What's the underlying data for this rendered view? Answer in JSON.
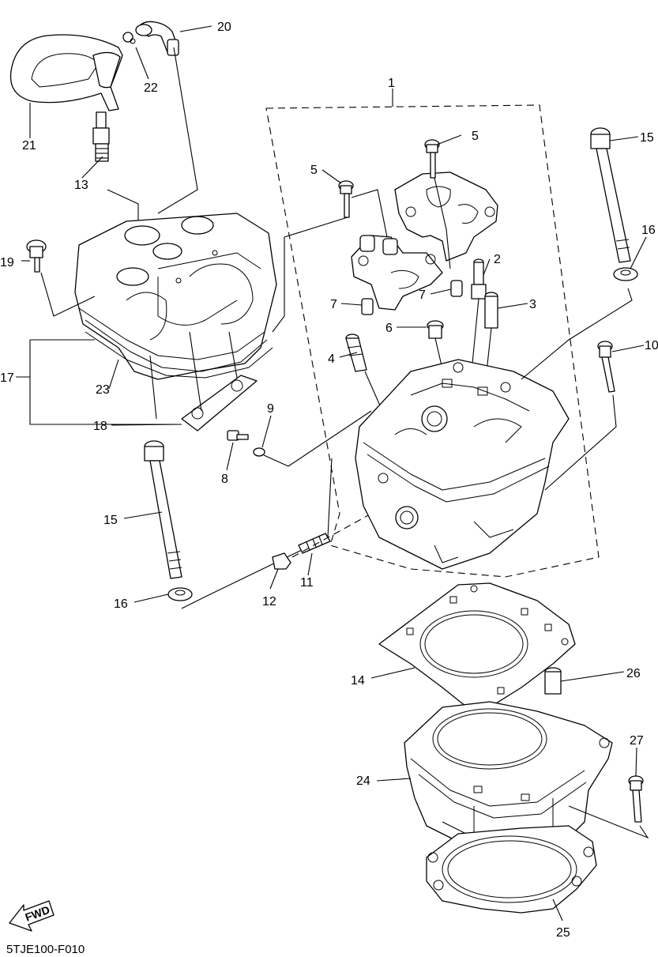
{
  "diagram": {
    "code": "5TJE100-F010",
    "fwd_label": "FWD",
    "callouts": [
      {
        "id": "c1",
        "text": "1"
      },
      {
        "id": "c2",
        "text": "2"
      },
      {
        "id": "c3",
        "text": "3"
      },
      {
        "id": "c4",
        "text": "4"
      },
      {
        "id": "c5a",
        "text": "5"
      },
      {
        "id": "c5b",
        "text": "5"
      },
      {
        "id": "c6",
        "text": "6"
      },
      {
        "id": "c7a",
        "text": "7"
      },
      {
        "id": "c7b",
        "text": "7"
      },
      {
        "id": "c8",
        "text": "8"
      },
      {
        "id": "c9",
        "text": "9"
      },
      {
        "id": "c10",
        "text": "10"
      },
      {
        "id": "c11",
        "text": "11"
      },
      {
        "id": "c12",
        "text": "12"
      },
      {
        "id": "c13",
        "text": "13"
      },
      {
        "id": "c14",
        "text": "14"
      },
      {
        "id": "c15a",
        "text": "15"
      },
      {
        "id": "c15b",
        "text": "15"
      },
      {
        "id": "c16a",
        "text": "16"
      },
      {
        "id": "c16b",
        "text": "16"
      },
      {
        "id": "c17",
        "text": "17"
      },
      {
        "id": "c18",
        "text": "18"
      },
      {
        "id": "c19",
        "text": "19"
      },
      {
        "id": "c20",
        "text": "20"
      },
      {
        "id": "c21",
        "text": "21"
      },
      {
        "id": "c22",
        "text": "22"
      },
      {
        "id": "c23",
        "text": "23"
      },
      {
        "id": "c24",
        "text": "24"
      },
      {
        "id": "c25",
        "text": "25"
      },
      {
        "id": "c26",
        "text": "26"
      },
      {
        "id": "c27",
        "text": "27"
      }
    ]
  }
}
